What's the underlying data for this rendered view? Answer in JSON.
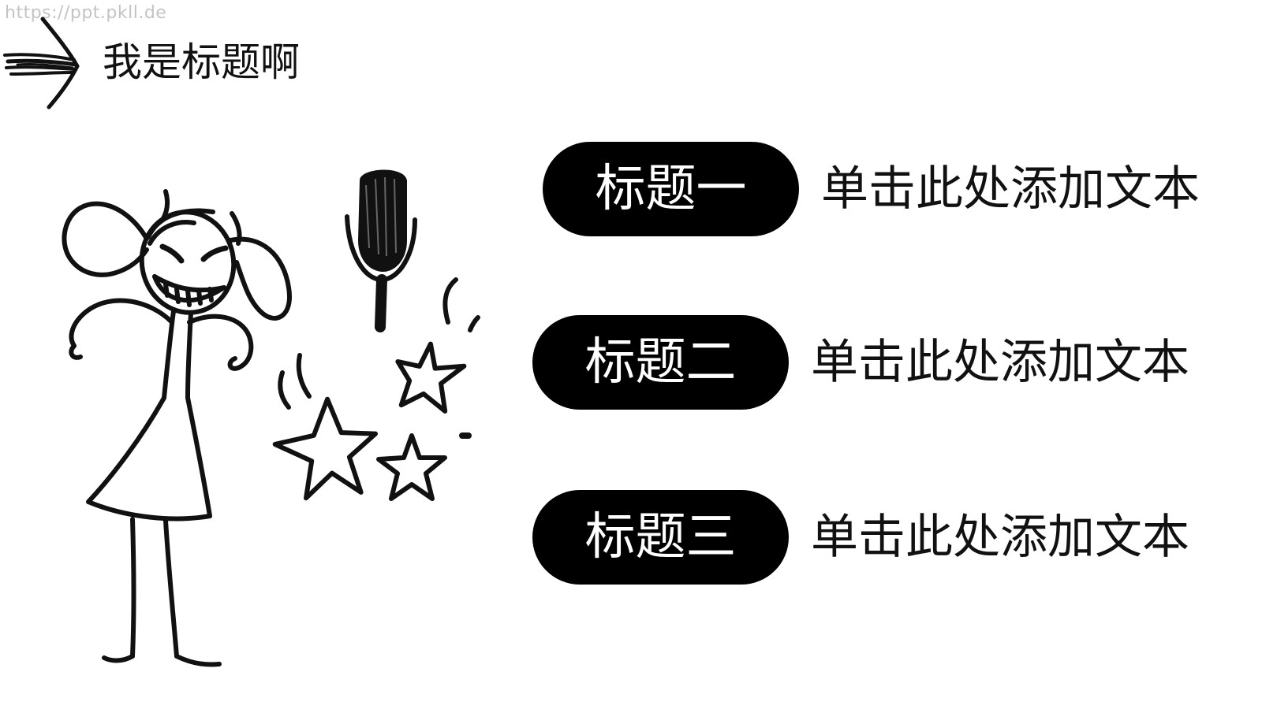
{
  "watermark": "https://ppt.pkll.de",
  "header": {
    "title": "我是标题啊",
    "icon": "arrow-icon"
  },
  "illustration": {
    "icons": [
      "girl-icon",
      "microphone-icon",
      "star-icon"
    ]
  },
  "items": [
    {
      "label": "标题一",
      "text": "单击此处添加文本"
    },
    {
      "label": "标题二",
      "text": "单击此处添加文本"
    },
    {
      "label": "标题三",
      "text": "单击此处添加文本"
    }
  ],
  "colors": {
    "pill_background": "#000000",
    "pill_text": "#ffffff",
    "text": "#111111",
    "watermark": "#c4c4c4"
  }
}
